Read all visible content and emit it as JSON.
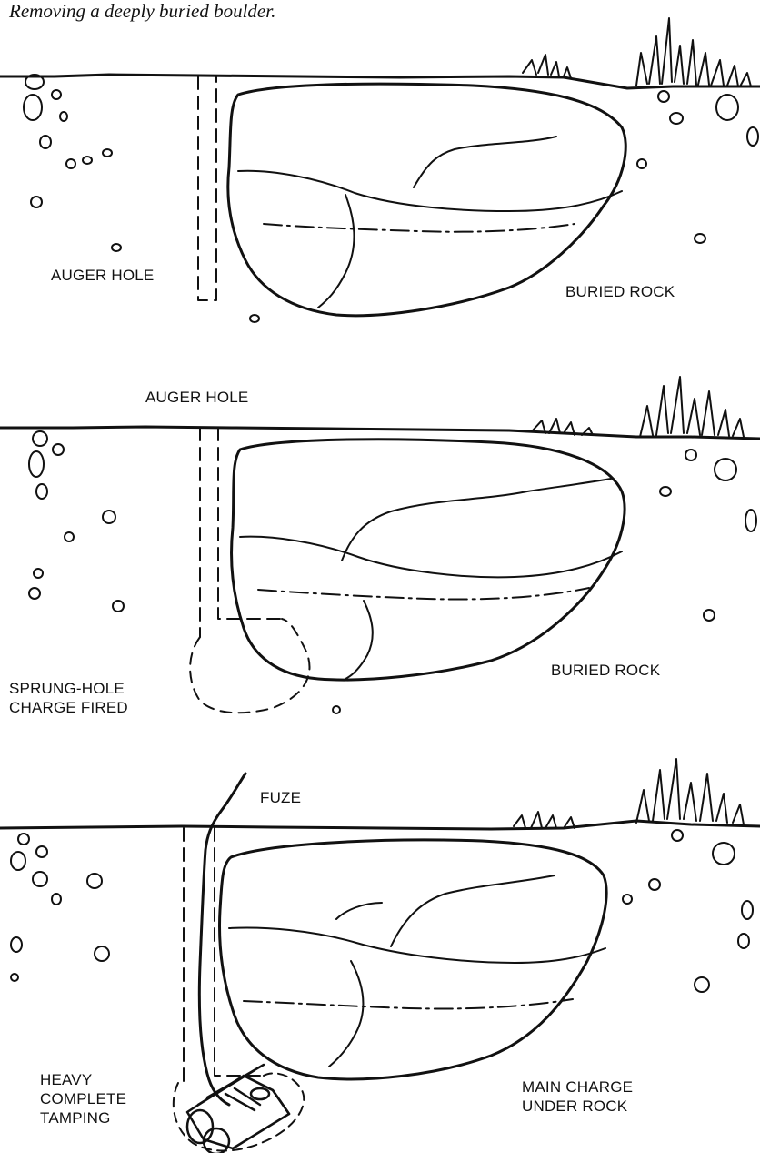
{
  "caption": "Removing a deeply buried boulder.",
  "panels": [
    {
      "labels": {
        "auger_hole": "AUGER HOLE",
        "buried_rock": "BURIED ROCK"
      }
    },
    {
      "labels": {
        "auger_hole": "AUGER HOLE",
        "buried_rock": "BURIED ROCK",
        "sprung_hole_line1": "SPRUNG-HOLE",
        "sprung_hole_line2": "CHARGE FIRED"
      }
    },
    {
      "labels": {
        "fuze": "FUZE",
        "tamping_line1": "HEAVY",
        "tamping_line2": "COMPLETE",
        "tamping_line3": "TAMPING",
        "main_charge_line1": "MAIN CHARGE",
        "main_charge_line2": "UNDER ROCK"
      }
    }
  ]
}
